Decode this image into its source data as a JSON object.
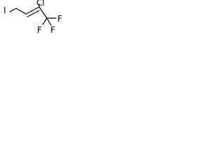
{
  "molecule": {
    "atoms": {
      "iodine": "I",
      "chlorine": "Cl",
      "fluorine_1": "F",
      "fluorine_2": "F",
      "fluorine_3": "F"
    },
    "colors": {
      "bond": "#000000",
      "label": "#000000",
      "background": "#ffffff"
    }
  }
}
